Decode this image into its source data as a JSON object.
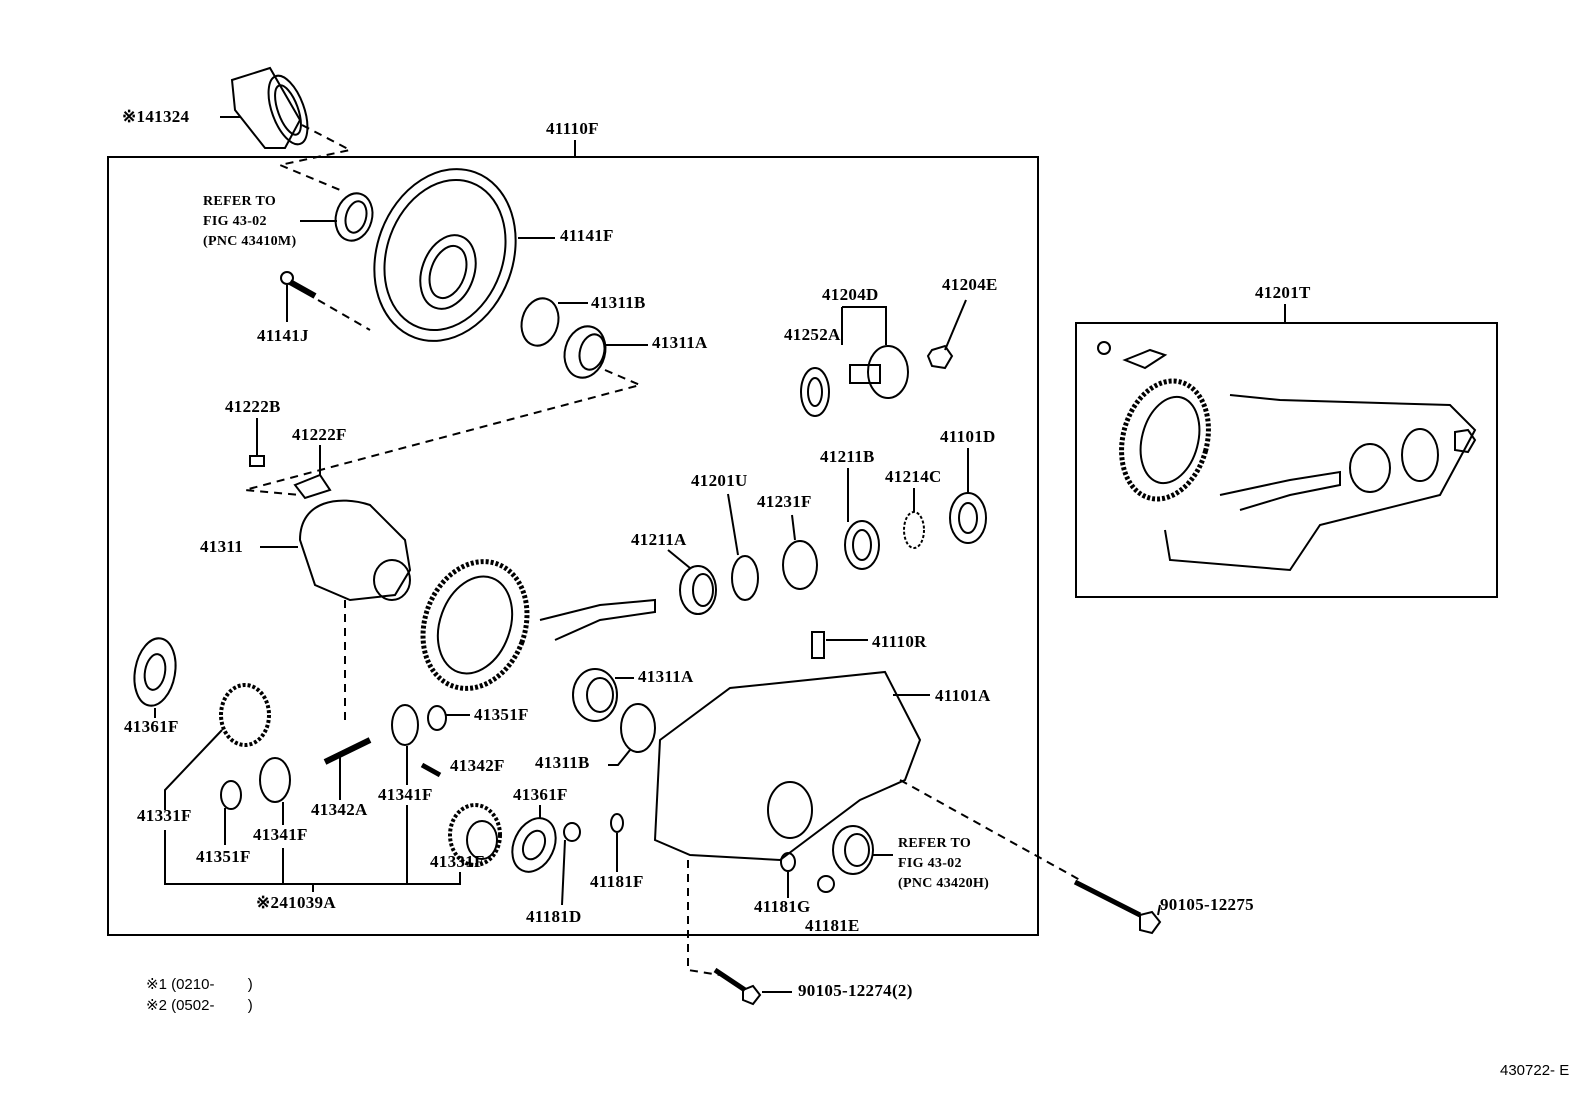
{
  "figure": {
    "code": "430722- E",
    "notes": [
      "※1 (0210-        )",
      "※2 (0502-        )"
    ],
    "main_group": "41110F",
    "sub_group": "41201T",
    "refer_a": "REFER TO\nFIG 43-02\n(PNC 43410M)",
    "refer_b": "REFER TO\nFIG 43-02\n(PNC 43420H)",
    "labels": {
      "p141324": "※141324",
      "p41141F": "41141F",
      "p41141J": "41141J",
      "p41311B_top": "41311B",
      "p41311A_top": "41311A",
      "p41204D": "41204D",
      "p41204E": "41204E",
      "p41252A": "41252A",
      "p41222B": "41222B",
      "p41222F": "41222F",
      "p41201U": "41201U",
      "p41231F": "41231F",
      "p41211B": "41211B",
      "p41214C": "41214C",
      "p41101D": "41101D",
      "p41211A": "41211A",
      "p41311": "41311",
      "p41110R": "41110R",
      "p41311A_low": "41311A",
      "p41101A": "41101A",
      "p41361F_left": "41361F",
      "p41351F_right": "41351F",
      "p41342F": "41342F",
      "p41311B_low": "41311B",
      "p41331F_left": "41331F",
      "p41342A": "41342A",
      "p41341F_mid": "41341F",
      "p41361F_low": "41361F",
      "p41341F_left": "41341F",
      "p41351F_left": "41351F",
      "p41331F_right": "41331F",
      "p41181F": "41181F",
      "p90105_12275": "90105-12275",
      "p41181G": "41181G",
      "p41181E": "41181E",
      "p241039A": "※241039A",
      "p41181D": "41181D",
      "p90105_12274": "90105-12274(2)"
    }
  }
}
